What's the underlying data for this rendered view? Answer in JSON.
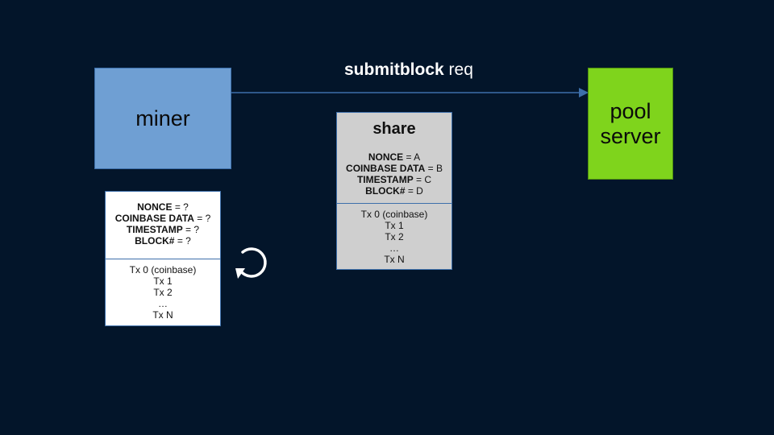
{
  "miner": {
    "label": "miner"
  },
  "pool": {
    "line1": "pool",
    "line2": "server"
  },
  "arrow": {
    "bold": "submitblock",
    "rest": " req"
  },
  "template": {
    "fields": [
      {
        "name": "NONCE",
        "value": " = ?"
      },
      {
        "name": "COINBASE DATA",
        "value": " = ?"
      },
      {
        "name": "TIMESTAMP",
        "value": " = ?"
      },
      {
        "name": "BLOCK#",
        "value": " = ?"
      }
    ],
    "txs": [
      "Tx 0 (coinbase)",
      "Tx 1",
      "Tx 2",
      "…",
      "Tx N"
    ]
  },
  "share": {
    "title": "share",
    "fields": [
      {
        "name": "NONCE",
        "value": " = A"
      },
      {
        "name": "COINBASE DATA",
        "value": " = B"
      },
      {
        "name": "TIMESTAMP",
        "value": " = C"
      },
      {
        "name": "BLOCK#",
        "value": " = D"
      }
    ],
    "txs": [
      "Tx 0 (coinbase)",
      "Tx 1",
      "Tx 2",
      "…",
      "Tx N"
    ]
  },
  "colors": {
    "background": "#03152a",
    "miner": "#6f9fd3",
    "pool": "#7fd41c",
    "share": "#cfcfcf",
    "arrow": "#3d6faa"
  },
  "icons": {
    "loop": "refresh-loop-icon"
  }
}
